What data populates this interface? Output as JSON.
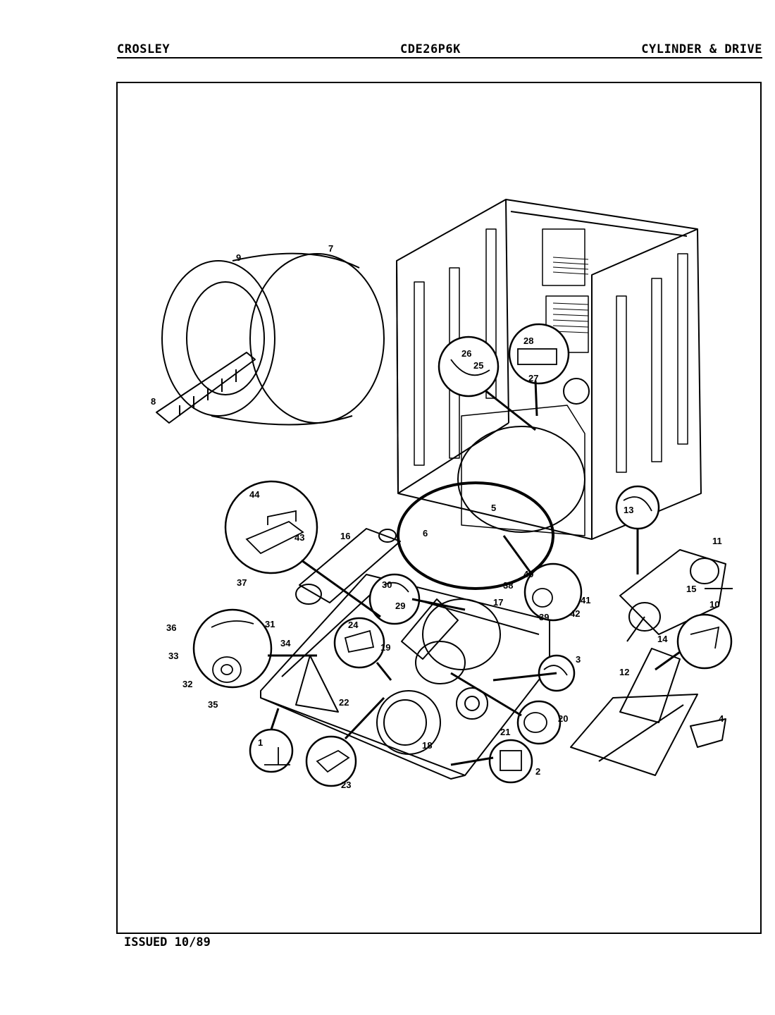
{
  "header": {
    "brand": "CROSLEY",
    "model": "CDE26P6K",
    "section": "CYLINDER & DRIVE"
  },
  "footer": {
    "issued": "ISSUED 10/89"
  },
  "callouts": [
    "1",
    "2",
    "3",
    "4",
    "5",
    "6",
    "7",
    "8",
    "9",
    "10",
    "11",
    "12",
    "13",
    "14",
    "15",
    "16",
    "17",
    "18",
    "19",
    "20",
    "21",
    "22",
    "23",
    "24",
    "25",
    "26",
    "27",
    "28",
    "29",
    "30",
    "31",
    "32",
    "33",
    "34",
    "35",
    "36",
    "37",
    "38",
    "39",
    "40",
    "41",
    "42",
    "43",
    "44"
  ]
}
